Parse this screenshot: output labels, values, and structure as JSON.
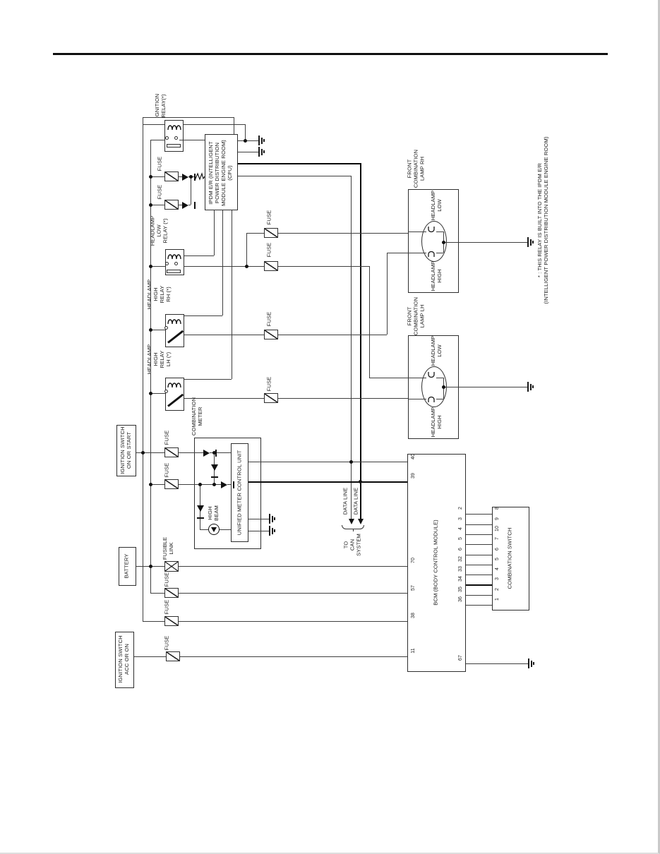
{
  "labels": {
    "ignition_relay": "IGNITION\nRELAY(*)",
    "ipdm": "IPDM E/R (INTELLIGENT\nPOWER DISTRIBUTION\nMODULE ENGINE ROOM)\n(CPU)",
    "fuse": "FUSE",
    "fusible_link": "FUSIBLE\nLINK",
    "headlamp_low_relay": "HEADLAMP\nLOW\nRELAY (*)",
    "headlamp_high_relay_rh": "HEADLAMP\nHIGH\nRELAY\nRH (*)",
    "headlamp_high_relay_lh": "HEADLAMP\nHIGH\nRELAY\nLH (*)",
    "front_combination_lamp_rh": "FRONT\nCOMBINATION\nLAMP RH",
    "front_combination_lamp_lh": "FRONT\nCOMBINATION\nLAMP LH",
    "headlamp_low": "HEADLAMP\nLOW",
    "headlamp_high": "HEADLAMP\nHIGH",
    "combination_meter": "COMBINATION\nMETER",
    "unified_meter_control_unit": "UNIFIED METER CONTROL UNIT",
    "high_beam": "HIGH\nBEAM",
    "ignition_switch_on_or_start": "IGNITION SWITCH\nON OR START",
    "battery": "BATTERY",
    "ignition_switch_acc_or_on": "IGNITION SWITCH\nACC OR ON",
    "data_line": "DATA LINE",
    "to_can_system": "TO\nCAN\nSYSTEM",
    "bcm": "BCM (BODY CONTROL MODULE)",
    "combination_switch": "COMBINATION SWITCH",
    "note": "* : THIS RELAY IS BUILT INTO THE IPDM E/R\n(INTELLIGENT POWER DISTRIBUTION MODULE ENGINE ROOM)"
  },
  "bcm": {
    "left_pins": [
      "40",
      "39",
      "70",
      "57",
      "38",
      "11"
    ],
    "right_pins": [
      "2",
      "3",
      "4",
      "5",
      "6",
      "32",
      "33",
      "34",
      "35",
      "36"
    ],
    "ground_pin": "67"
  },
  "combination_switch": {
    "pins": [
      "8",
      "9",
      "10",
      "7",
      "6",
      "5",
      "4",
      "3",
      "2",
      "1"
    ]
  }
}
